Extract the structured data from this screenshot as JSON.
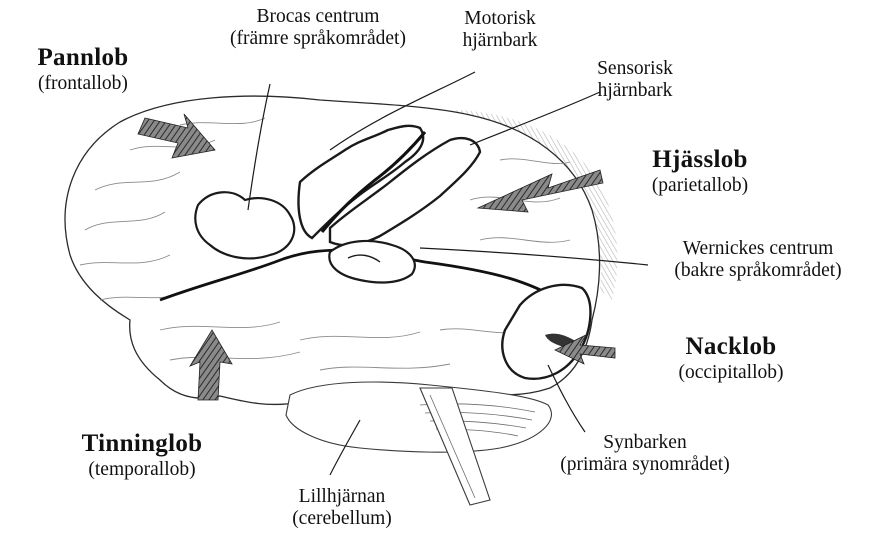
{
  "labels": {
    "frontal": {
      "name": "Pannlob",
      "latin": "(frontallob)"
    },
    "parietal": {
      "name": "Hjässlob",
      "latin": "(parietallob)"
    },
    "occipital": {
      "name": "Nacklob",
      "latin": "(occipitallob)"
    },
    "temporal": {
      "name": "Tinninglob",
      "latin": "(temporallob)"
    },
    "broca": {
      "line1": "Brocas centrum",
      "line2": "(främre språkområdet)"
    },
    "motor": {
      "line1": "Motorisk",
      "line2": "hjärnbark"
    },
    "sensory": {
      "line1": "Sensorisk",
      "line2": "hjärnbark"
    },
    "wernicke": {
      "line1": "Wernickes centrum",
      "line2": "(bakre språkområdet)"
    },
    "visual": {
      "line1": "Synbarken",
      "line2": "(primära synområdet)"
    },
    "cerebellum": {
      "line1": "Lillhjärnan",
      "line2": "(cerebellum)"
    }
  },
  "colors": {
    "outline": "#1a1a1a",
    "shading": "#9a9a9a",
    "arrow": "#555555"
  }
}
